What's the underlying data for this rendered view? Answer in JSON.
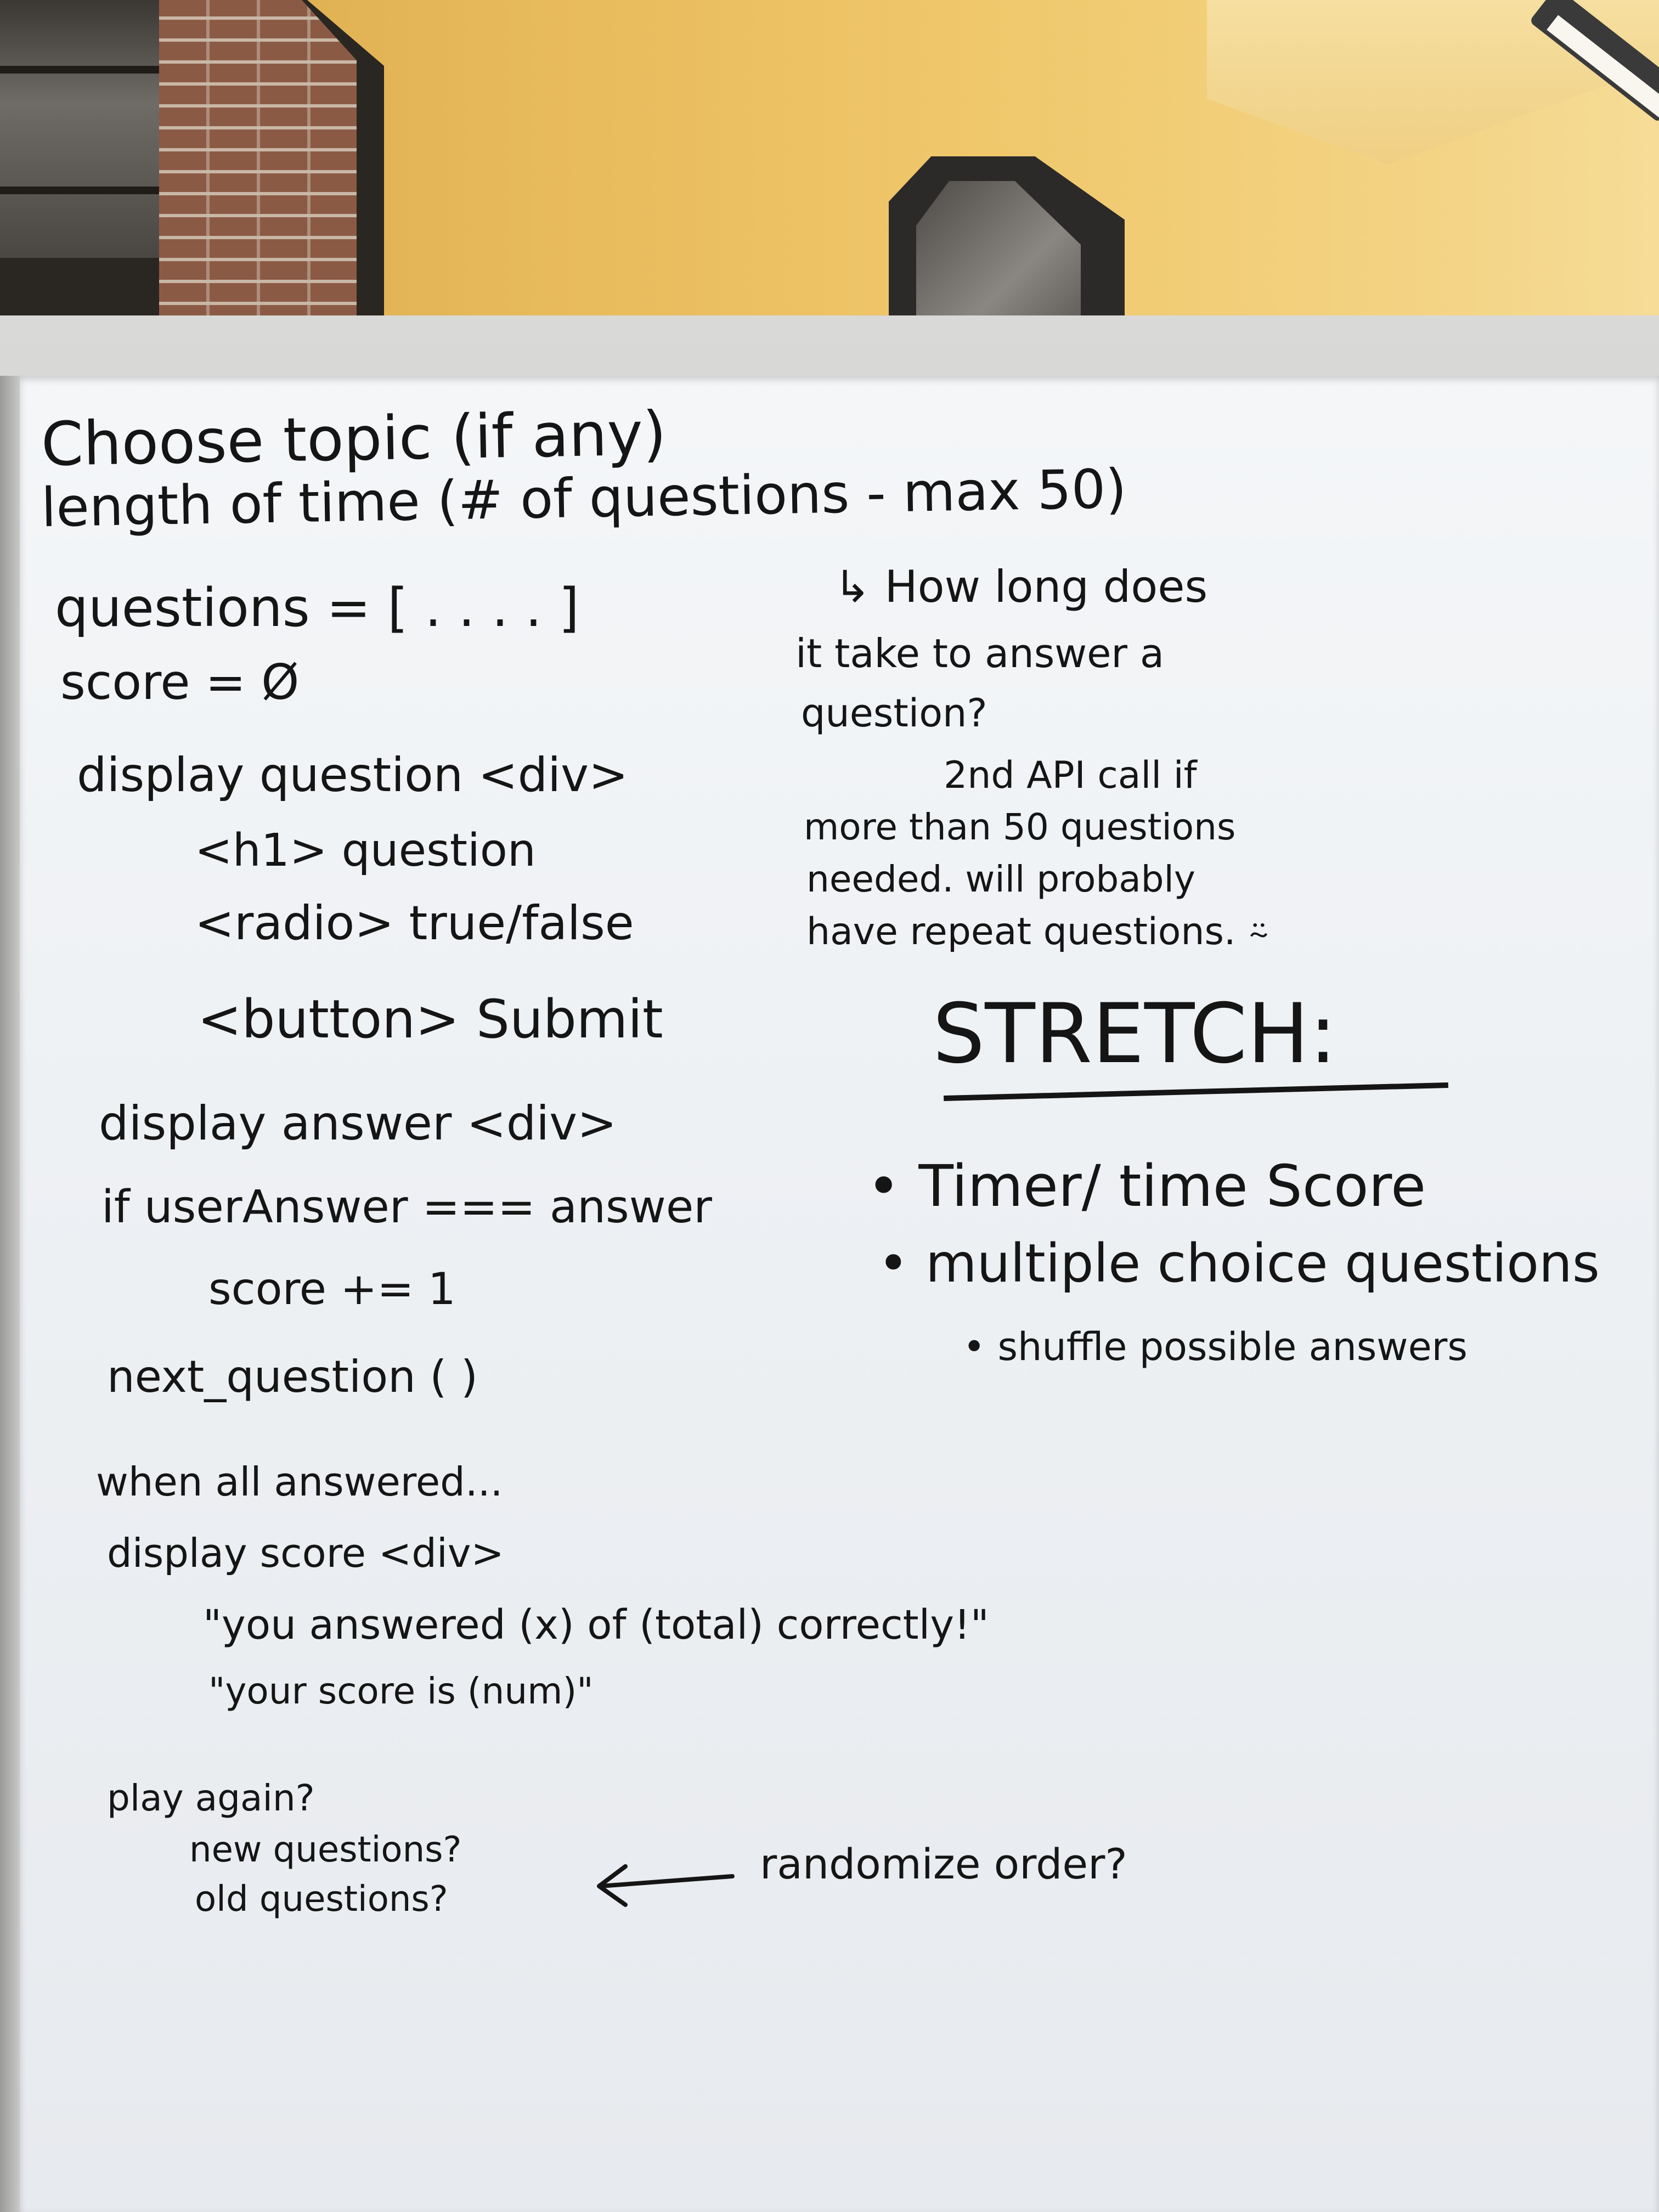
{
  "board": {
    "lines": [
      {
        "text": "Choose topic (if any)"
      },
      {
        "text": "length of time (# of questions - max 50)"
      },
      {
        "text": "questions = [ . . . . ]"
      },
      {
        "text": "score = Ø"
      },
      {
        "text": "display question <div>"
      },
      {
        "text": "<h1> question"
      },
      {
        "text": "<radio> true/false"
      },
      {
        "text": "<button> Submit"
      },
      {
        "text": "display answer <div>"
      },
      {
        "text": "if userAnswer === answer"
      },
      {
        "text": "score += 1"
      },
      {
        "text": "next_question ( )"
      },
      {
        "text": "when all answered..."
      },
      {
        "text": "display score <div>"
      },
      {
        "text": "\"you answered (x) of (total) correctly!\""
      },
      {
        "text": "\"your score is (num)\""
      },
      {
        "text": "play again?"
      },
      {
        "text": "new questions?"
      },
      {
        "text": "old questions?"
      }
    ],
    "notes": [
      {
        "text": "↳ How long does"
      },
      {
        "text": "it take to answer a"
      },
      {
        "text": "question?"
      },
      {
        "text": "2nd API call if"
      },
      {
        "text": "more than 50 questions"
      },
      {
        "text": "needed. will probably"
      },
      {
        "text": "have repeat questions. ⍨"
      }
    ],
    "stretch": {
      "heading": "STRETCH:",
      "items": [
        {
          "text": "• Timer/ time Score"
        },
        {
          "text": "• multiple choice questions"
        },
        {
          "text": "• shuffle possible answers"
        }
      ]
    },
    "arrow_note": "randomize order?"
  }
}
